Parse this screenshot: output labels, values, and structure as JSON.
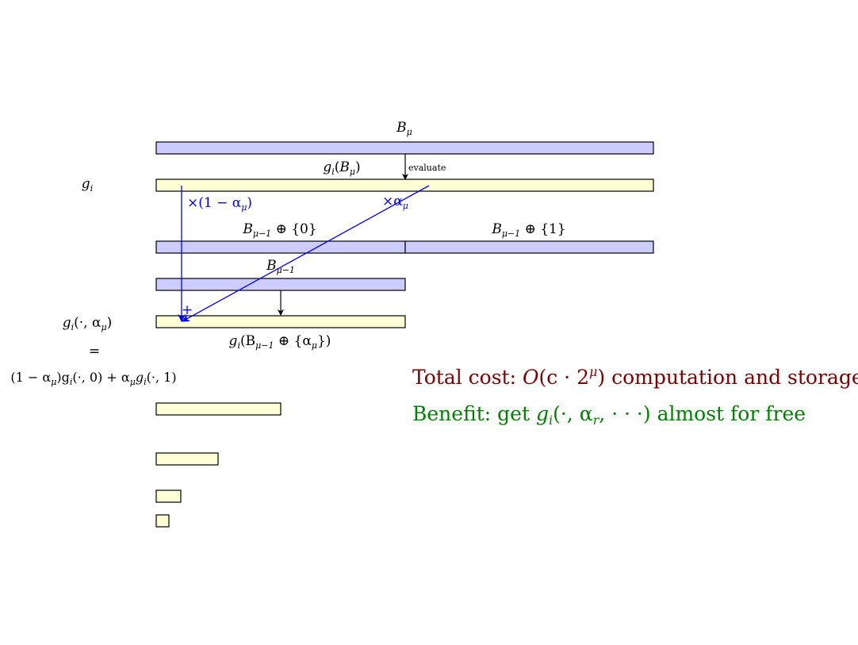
{
  "colors": {
    "bar_blue": "#ccccff",
    "bar_yellow": "#ffffd6",
    "outline": "#000000",
    "arrow_blue": "#0000ff",
    "cost_red": "#800000",
    "benefit_green": "#008000"
  },
  "labels": {
    "b_mu": {
      "base": "B",
      "sub": "μ"
    },
    "g_i_of_b_mu": {
      "pre": "g",
      "sub_i": "i",
      "mid": "(",
      "B": "B",
      "sub": "μ",
      "post": ")"
    },
    "evaluate": "evaluate",
    "g_i_left": {
      "g": "g",
      "sub": "i"
    },
    "times_one_minus_alpha": "×(1 − α",
    "times_one_minus_alpha_sub": "μ",
    "times_one_minus_alpha_close": ")",
    "times_alpha": "×α",
    "times_alpha_sub": "μ",
    "b_mu_minus_1_plus_0": {
      "B": "B",
      "sub": "μ−1",
      "rest": " ⊕ {0}"
    },
    "b_mu_minus_1_plus_1": {
      "B": "B",
      "sub": "μ−1",
      "rest": " ⊕ {1}"
    },
    "b_mu_minus_1": {
      "B": "B",
      "sub": "μ−1"
    },
    "plus": "+",
    "g_i_dot_alpha": {
      "g": "g",
      "sub": "i",
      "open": "(·, α",
      "asub": "μ",
      "close": ")"
    },
    "g_i_b_mu_minus_1_alpha": {
      "g": "g",
      "sub": "i",
      "open": "(B",
      "bsub": "μ−1",
      "mid": " ⊕ {α",
      "asub": "μ",
      "close": "})"
    },
    "equals": "=",
    "expansion": "(1 − α",
    "expansion_sub": "μ",
    "expansion_mid": ")g",
    "expansion_isub": "i",
    "expansion_rest": "(·, 0) + α",
    "expansion_sub2": "μ",
    "expansion_g2": "g",
    "expansion_isub2": "i",
    "expansion_end": "(·, 1)"
  },
  "cost": {
    "prefix": "Total cost: ",
    "O": "O",
    "open": "(c · 2",
    "sup": "μ",
    "close": ")",
    "suffix": " computation and storage"
  },
  "benefit": {
    "prefix": "Benefit: get ",
    "g": "g",
    "sub": "i",
    "open": "(·, α",
    "asub": "r",
    "close": ", · · ·)",
    "suffix": " almost for free"
  }
}
